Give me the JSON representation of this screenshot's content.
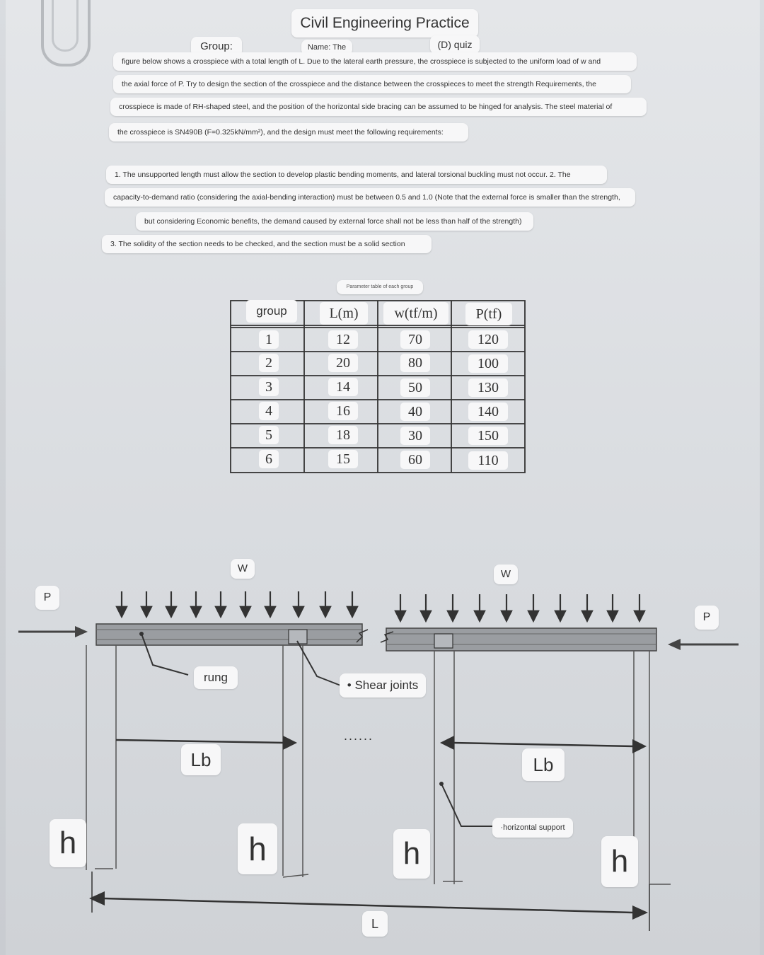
{
  "header": {
    "title": "Civil Engineering Practice",
    "group_label": "Group:",
    "name_label": "Name: The",
    "quiz_label": "(D) quiz"
  },
  "intro_lines": [
    "figure below shows a crosspiece with a total length of L. Due to the lateral earth pressure, the crosspiece is subjected to the uniform load of w and",
    "the axial force of P. Try to design the section of the crosspiece and the distance between the crosspieces to meet the strength Requirements, the",
    "crosspiece is made of RH-shaped steel, and the position of the horizontal side bracing can be assumed to be hinged for analysis. The steel material of",
    "the crosspiece is SN490B (F=0.325kN/mm²), and the design must meet the following requirements:"
  ],
  "requirement_lines": [
    "1. The unsupported length must allow the section to develop plastic bending moments, and lateral torsional buckling must not occur. 2. The",
    "capacity-to-demand ratio (considering the axial-bending interaction) must be between 0.5 and 1.0 (Note that the external force is smaller than the strength,",
    "but considering Economic benefits, the demand caused by external force shall not be less than half of the strength)",
    "3. The solidity of the section needs to be checked, and the section must be a solid section"
  ],
  "table": {
    "caption": "Parameter table of each group",
    "headers": [
      "group",
      "L(m)",
      "w(tf/m)",
      "P(tf)"
    ],
    "rows": [
      [
        "1",
        "12",
        "70",
        "120"
      ],
      [
        "2",
        "20",
        "80",
        "100"
      ],
      [
        "3",
        "14",
        "50",
        "130"
      ],
      [
        "4",
        "16",
        "40",
        "140"
      ],
      [
        "5",
        "18",
        "30",
        "150"
      ],
      [
        "6",
        "15",
        "60",
        "110"
      ]
    ]
  },
  "diagram": {
    "load_left": "W",
    "load_right": "W",
    "axial_left": "P",
    "axial_right": "P",
    "rung_label": "rung",
    "shear_joints_label": "• Shear joints",
    "ellipsis": "......",
    "lb_left": "Lb",
    "lb_right": "Lb",
    "horizontal_support_label": "·horizontal support",
    "h_label": "h",
    "span_label": "L"
  }
}
